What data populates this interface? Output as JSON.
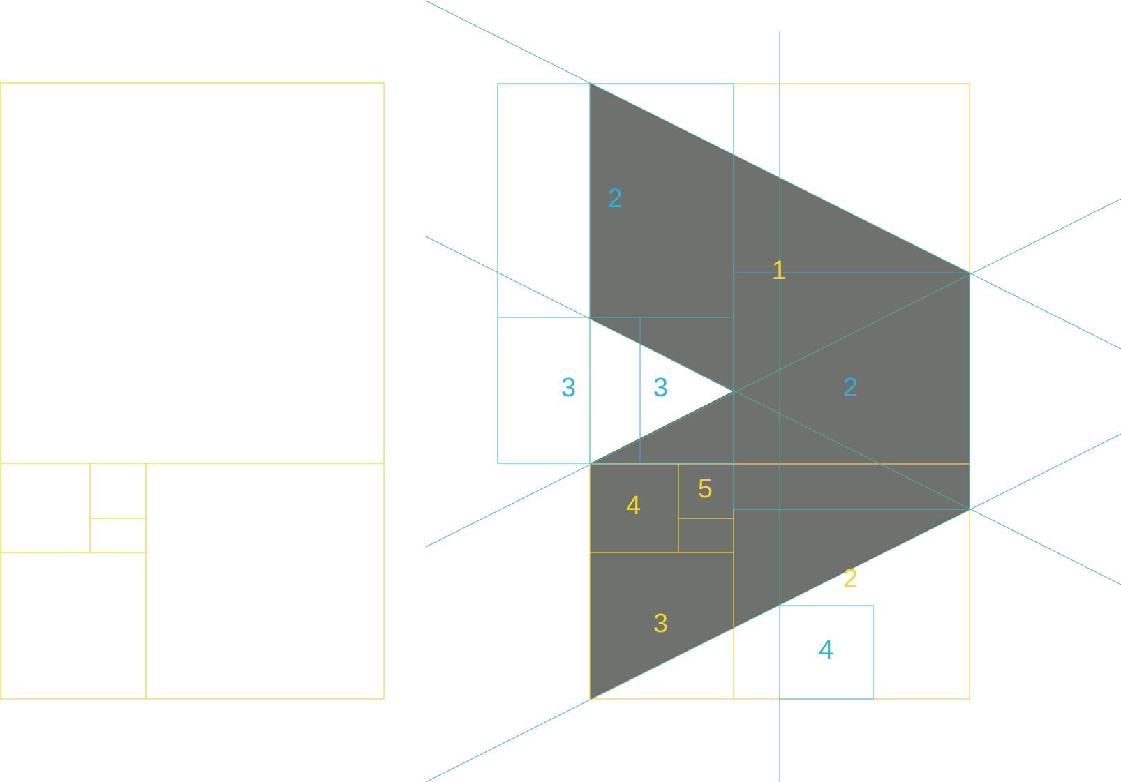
{
  "colors": {
    "golden_grid": "#f4d52c",
    "blue_grid": "#2ab4dc",
    "guide_lines": "#4bb39a",
    "shape_fill": "#6e716e",
    "background": "#ffffff"
  },
  "labels": {
    "blue_2_upper": "2",
    "yellow_1": "1",
    "blue_3_left": "3",
    "blue_3_inner": "3",
    "blue_2_right": "2",
    "yellow_5": "5",
    "yellow_4": "4",
    "yellow_2": "2",
    "yellow_3": "3",
    "blue_4": "4"
  }
}
